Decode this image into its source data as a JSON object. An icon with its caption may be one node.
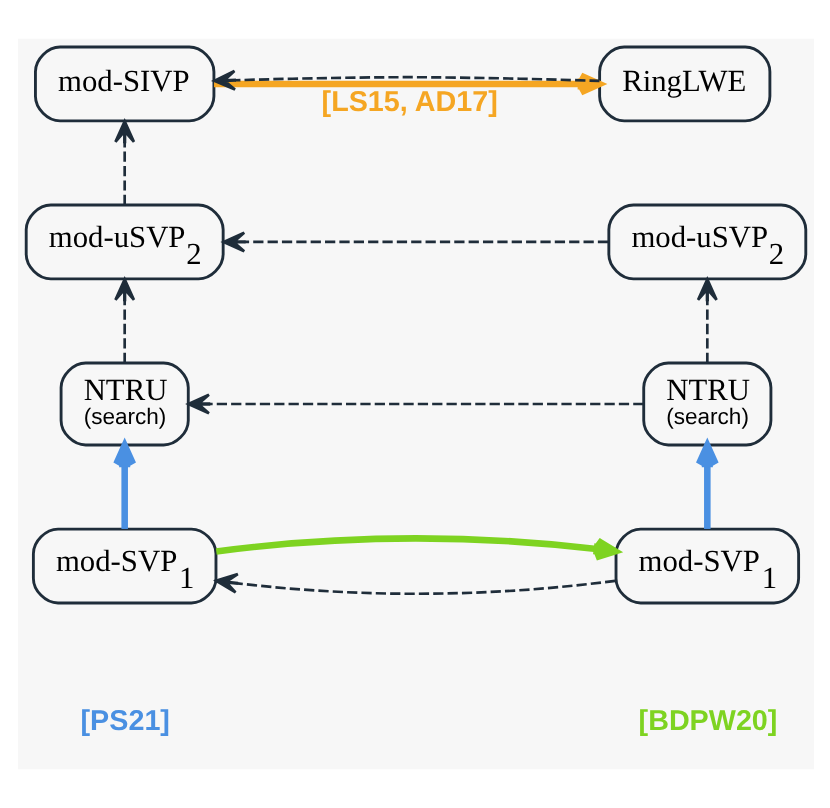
{
  "diagram": {
    "nodes": [
      {
        "text": [
          "mod-SIVP"
        ]
      },
      {
        "text": [
          "RingLWE"
        ]
      },
      {
        "text": [
          "mod-uSVP$_{2}$"
        ]
      },
      {
        "text": [
          "mod-uSVP$_{2}$"
        ]
      },
      {
        "text": [
          "NTRU",
          "(search)"
        ]
      },
      {
        "text": [
          "NTRU",
          "(search)"
        ]
      },
      {
        "text": [
          "mod-SVP$_{1}$"
        ]
      },
      {
        "text": [
          "mod-SVP$_{1}$"
        ]
      }
    ],
    "edges": [
      {
        "from": 0,
        "to": 1,
        "arrow": "to",
        "label": "[LS15, AD17]",
        "style": "thick",
        "color": "#f5a623"
      },
      {
        "from": 1,
        "to": 0,
        "arrow": "to",
        "style": "dashed"
      },
      {
        "from": 2,
        "to": 0,
        "arrow": "to",
        "style": "dashed"
      },
      {
        "from": 3,
        "to": 2,
        "arrow": "to",
        "style": "dashed"
      },
      {
        "from": 4,
        "to": 2,
        "arrow": "to",
        "style": "dashed"
      },
      {
        "from": 5,
        "to": 3,
        "arrow": "to",
        "style": "dashed"
      },
      {
        "from": 5,
        "to": 4,
        "arrow": "to",
        "style": "dashed"
      },
      {
        "from": 6,
        "to": 4,
        "arrow": "to",
        "style": "thick",
        "color": "#4a90e2"
      },
      {
        "from": 7,
        "to": 5,
        "arrow": "to",
        "style": "thick",
        "color": "#4a90e2"
      },
      {
        "from": 6,
        "to": 7,
        "arrow": "to",
        "style": "thick",
        "color": "#7ed321"
      },
      {
        "from": 7,
        "to": 6,
        "arrow": "to",
        "style": "dashed"
      }
    ],
    "labels": [
      "[PS21]",
      "[BDPW20]"
    ]
  }
}
